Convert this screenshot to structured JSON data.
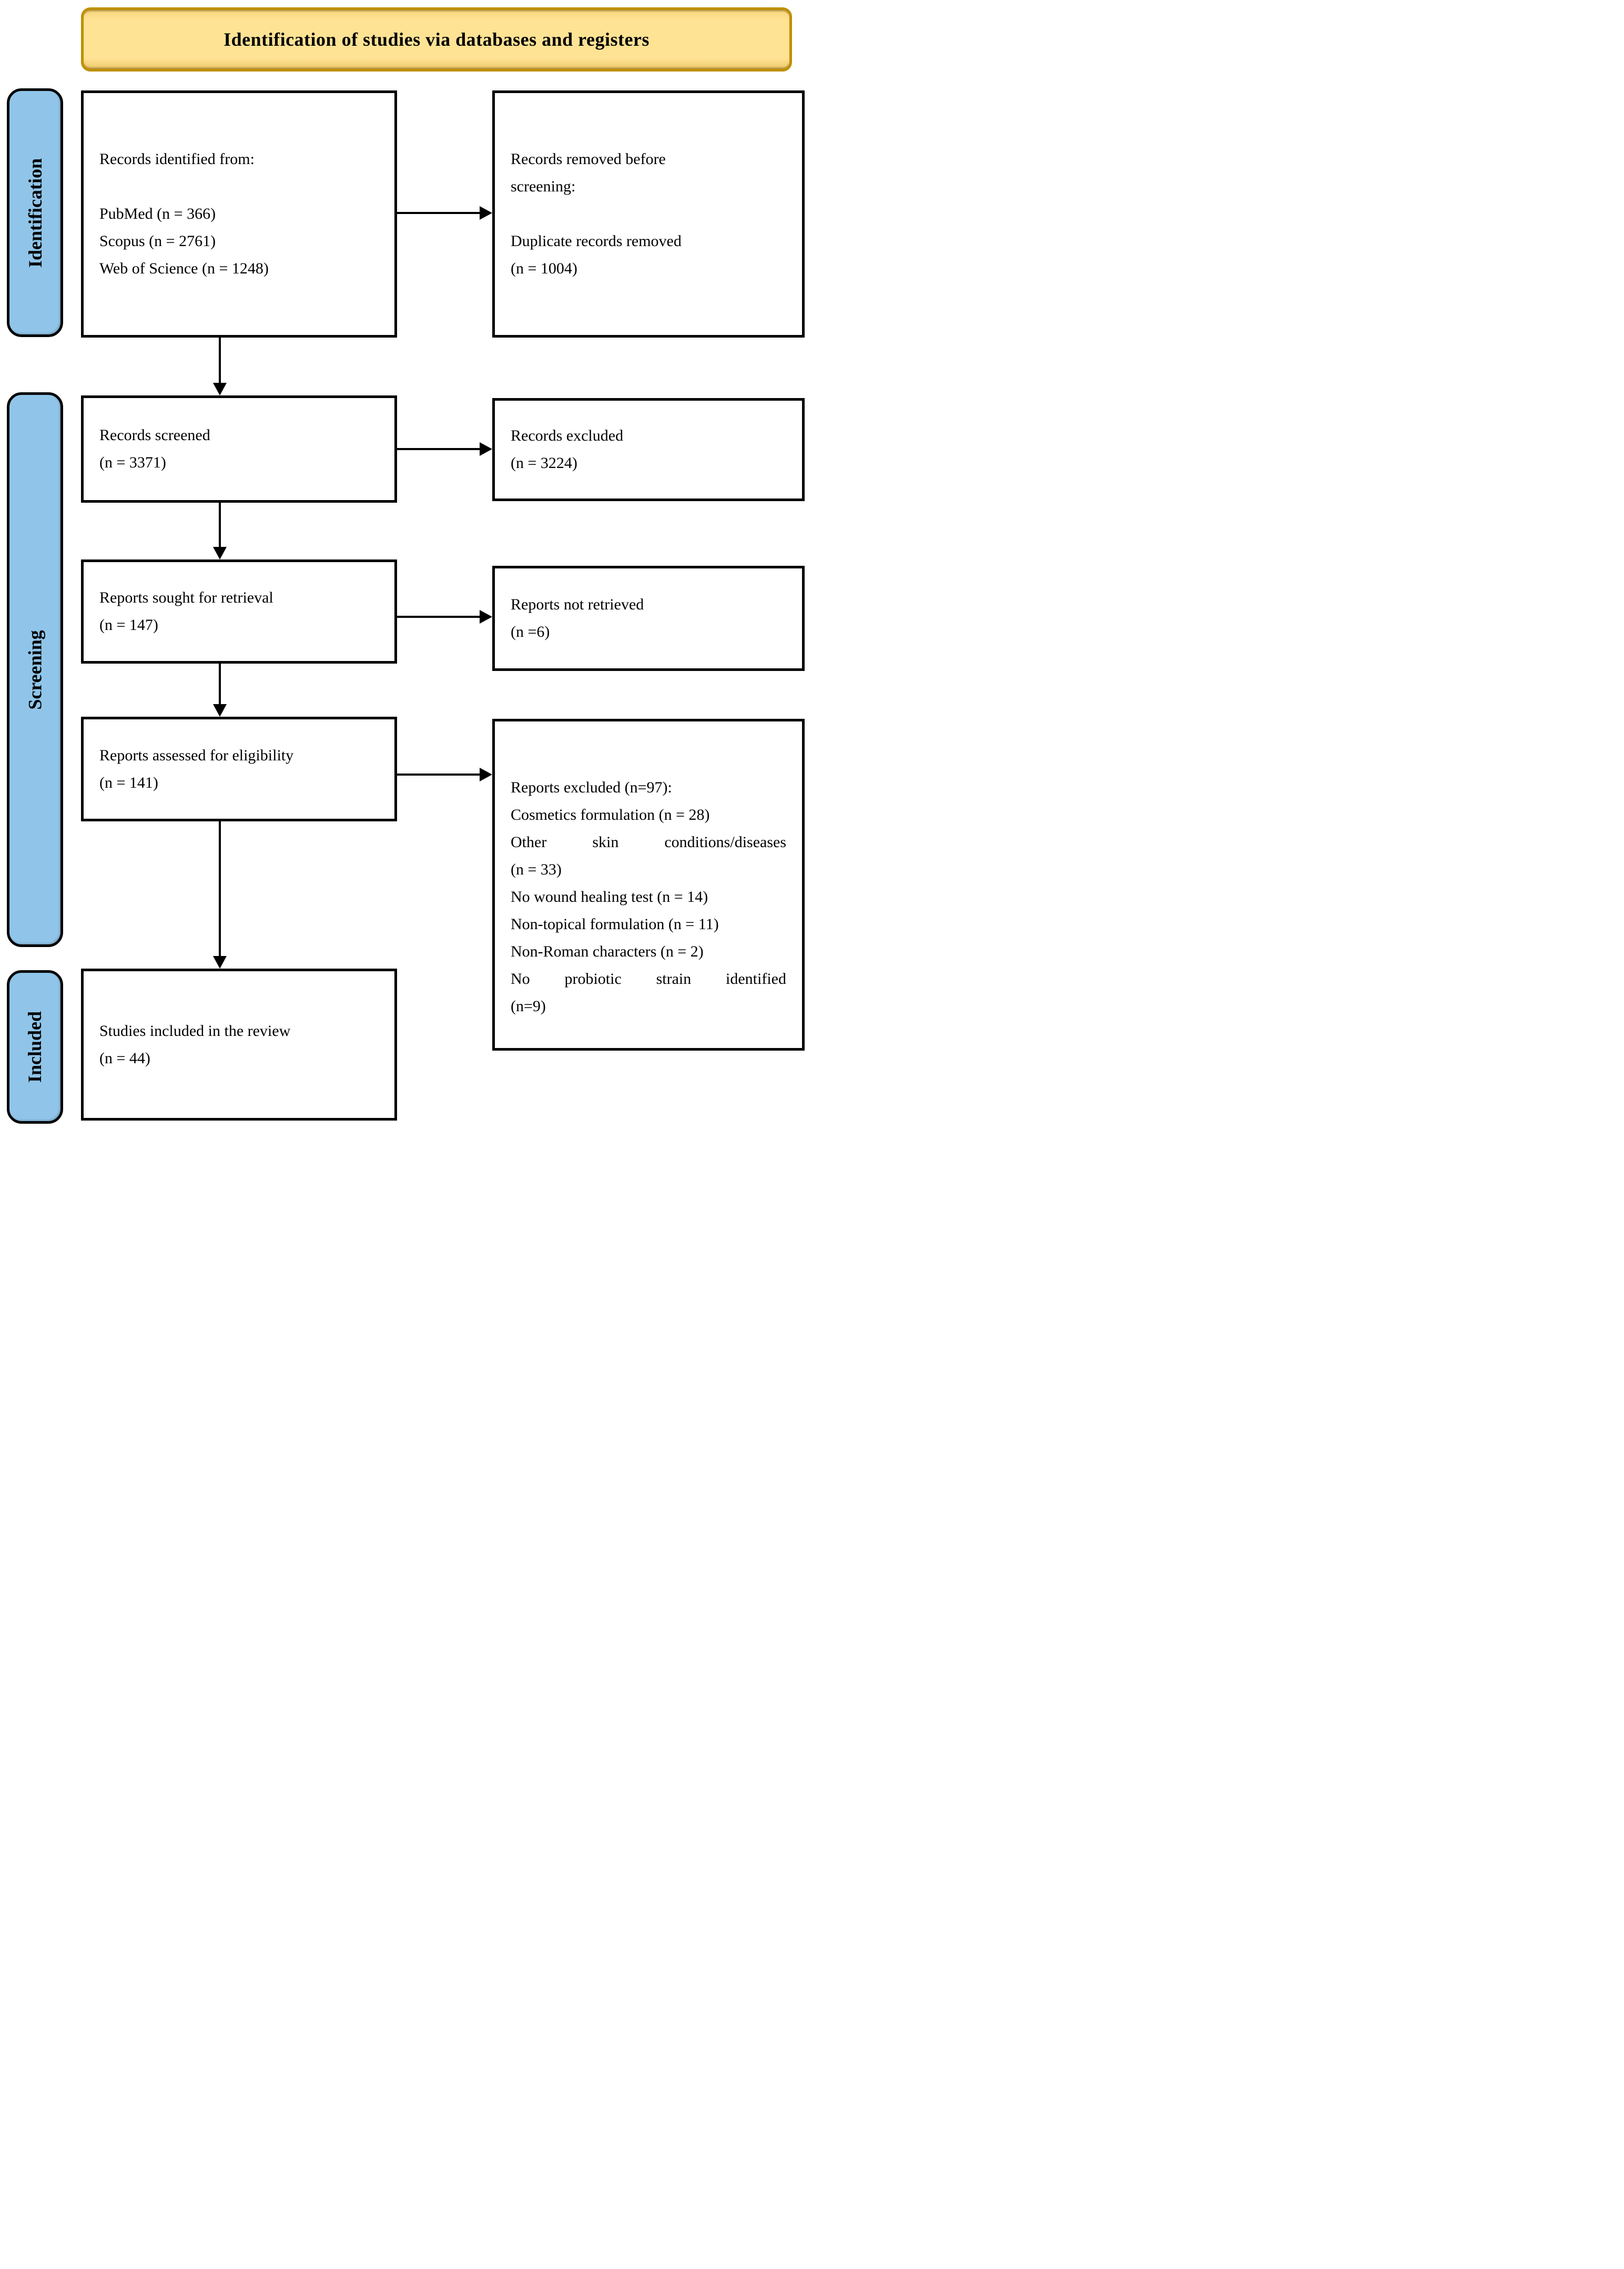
{
  "colors": {
    "accent_blue": "#90C5E9",
    "banner_fill": "#FFE394",
    "banner_border": "#BF9000"
  },
  "banner": {
    "title": "Identification of studies via databases and registers"
  },
  "sidebar": {
    "identification": "Identification",
    "screening": "Screening",
    "included": "Included"
  },
  "boxes": {
    "identified": {
      "lines": [
        "Records identified from:",
        "PubMed (n = 366)",
        "Scopus (n = 2761)",
        "Web of Science (n = 1248)"
      ]
    },
    "removed": {
      "lines": [
        "Records removed before",
        "screening:",
        "Duplicate records removed",
        "(n = 1004)"
      ]
    },
    "screened": {
      "lines": [
        "Records screened",
        "(n = 3371)"
      ]
    },
    "excluded": {
      "lines": [
        "Records excluded",
        "(n = 3224)"
      ]
    },
    "sought": {
      "lines": [
        "Reports sought for retrieval",
        "(n = 147)"
      ]
    },
    "not_retrieved": {
      "lines": [
        "Reports not retrieved",
        "(n =6)"
      ]
    },
    "assessed": {
      "lines": [
        "Reports assessed for eligibility",
        "(n = 141)"
      ]
    },
    "reports_excluded": {
      "lines": [
        "Reports excluded (n=97):",
        "Cosmetics formulation (n = 28)",
        "Other skin conditions/diseases",
        "(n = 33)",
        "No wound healing test (n = 14)",
        "Non-topical formulation (n = 11)",
        "Non-Roman characters (n = 2)",
        "No probiotic strain identified",
        "(n=9)"
      ]
    },
    "included_studies": {
      "lines": [
        "Studies included in the review",
        "(n = 44)"
      ]
    }
  }
}
